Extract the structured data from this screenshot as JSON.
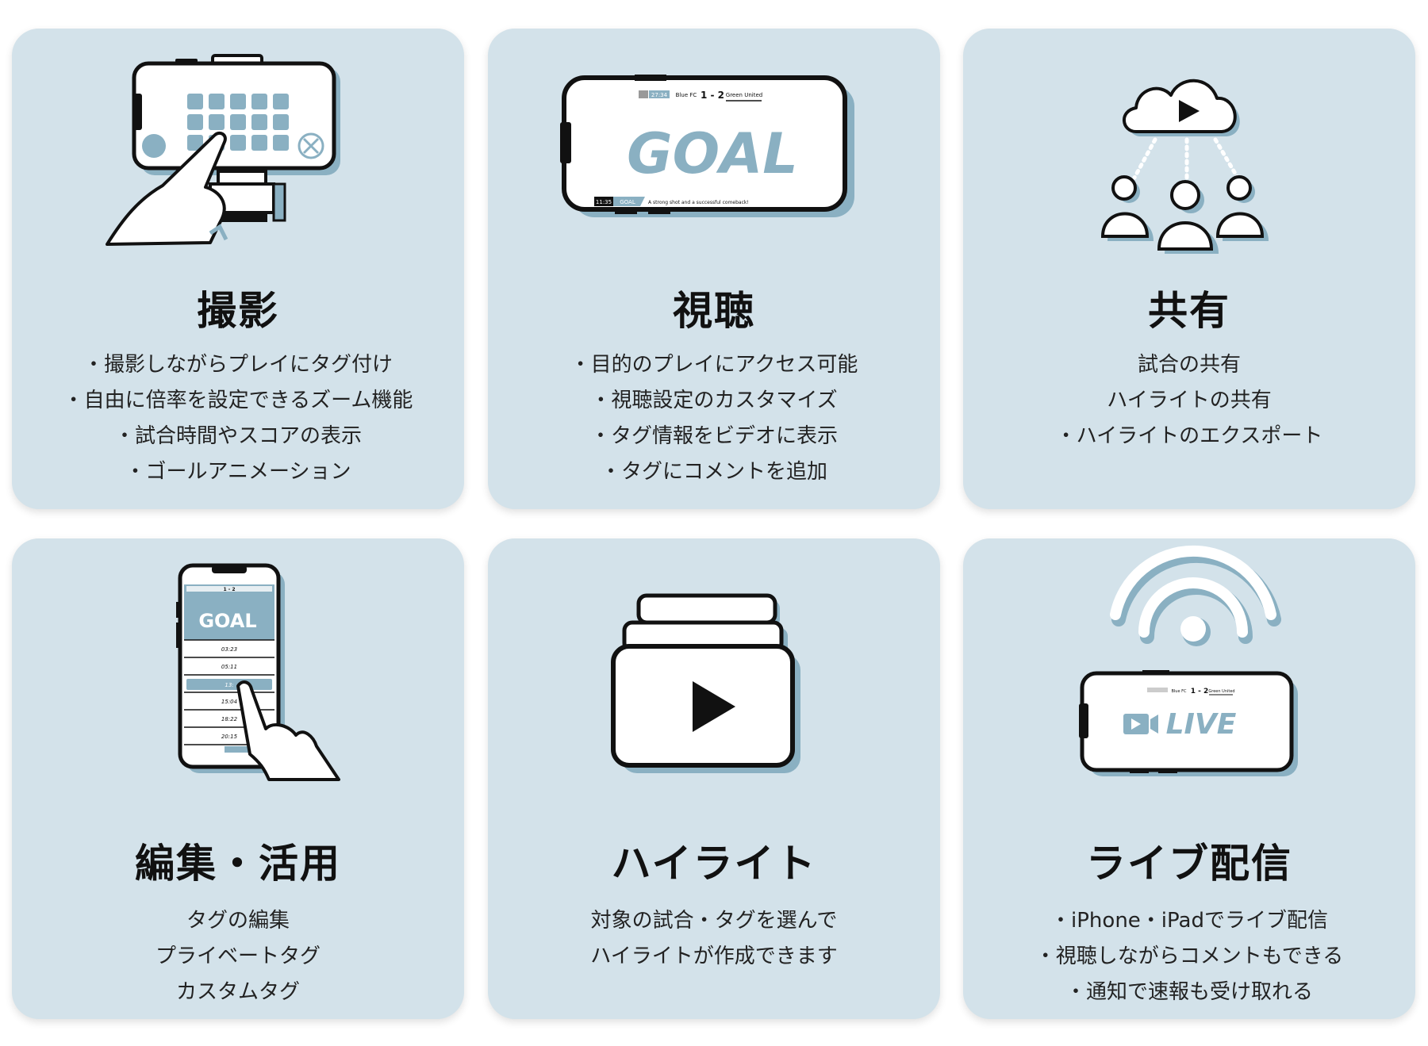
{
  "colors": {
    "card_bg": "#d3e2ea",
    "accent": "#8ab0c2",
    "outline": "#111111"
  },
  "cards": [
    {
      "title": "撮影",
      "icon": "phone-recording-tap-icon",
      "items": [
        "・撮影しながらプレイにタグ付け",
        "・自由に倍率を設定できるズーム機能",
        "・試合時間やスコアの表示",
        "・ゴールアニメーション"
      ]
    },
    {
      "title": "視聴",
      "icon": "phone-goal-video-icon",
      "screen": {
        "score": "1 - 2",
        "home": "Blue FC",
        "away": "Green United",
        "clock": "27:34",
        "goal": "GOAL",
        "time": "11:35",
        "tag": "GOAL",
        "comment": "A strong shot and a successful comeback!"
      },
      "items": [
        "・目的のプレイにアクセス可能",
        "・視聴設定のカスタマイズ",
        "・タグ情報をビデオに表示",
        "・タグにコメントを追加"
      ]
    },
    {
      "title": "共有",
      "icon": "cloud-share-users-icon",
      "items": [
        "試合の共有",
        "ハイライトの共有",
        "・ハイライトのエクスポート"
      ]
    },
    {
      "title": "編集・活用",
      "icon": "phone-tag-list-icon",
      "screen": {
        "score": "1 - 2",
        "goal": "GOAL",
        "times": [
          "03:23",
          "05:11",
          "13:",
          "15:04",
          "18:22",
          "20:15"
        ]
      },
      "items": [
        "タグの編集",
        "プライベートタグ",
        "カスタムタグ"
      ]
    },
    {
      "title": "ハイライト",
      "icon": "stacked-video-play-icon",
      "items": [
        "対象の試合・タグを選んで",
        "ハイライトが作成できます"
      ]
    },
    {
      "title": "ライブ配信",
      "icon": "live-broadcast-icon",
      "screen": {
        "score": "1 - 2",
        "home": "Blue FC",
        "away": "Green United",
        "live": "LIVE"
      },
      "items": [
        "・iPhone・iPadでライブ配信",
        "・視聴しながらコメントもできる",
        "・通知で速報も受け取れる"
      ]
    }
  ]
}
